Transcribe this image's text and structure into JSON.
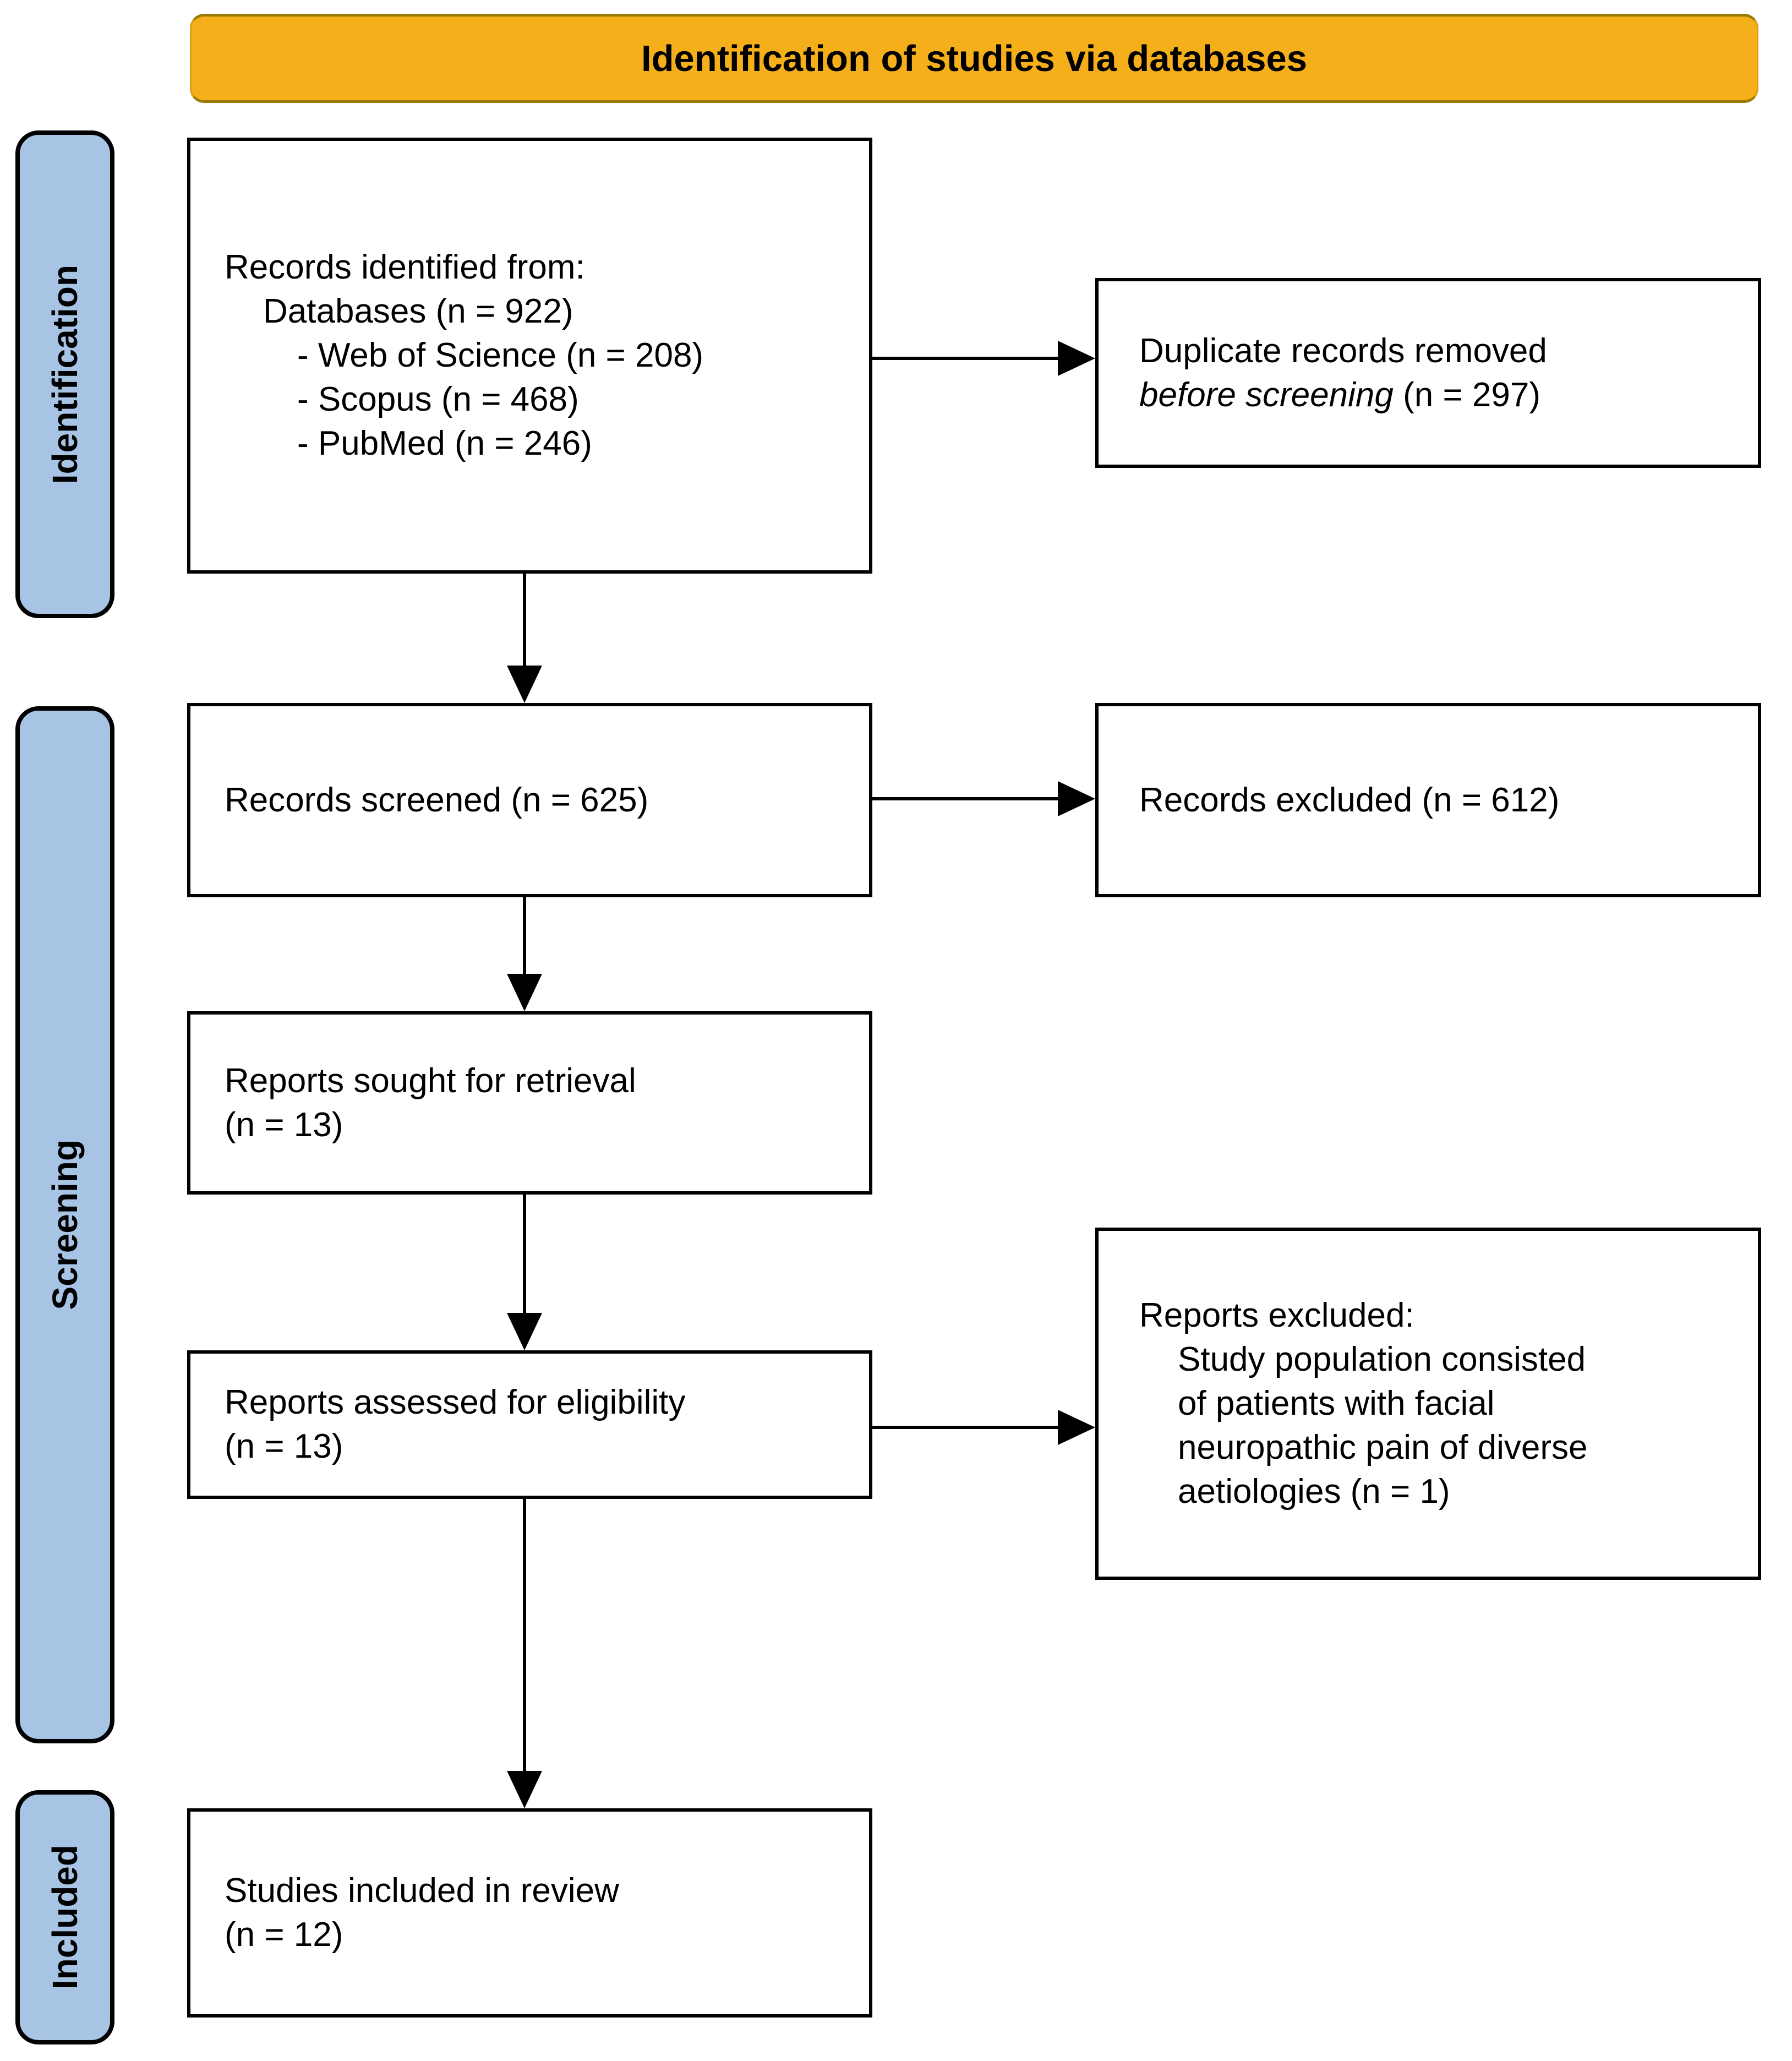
{
  "header": {
    "title": "Identification of studies via databases"
  },
  "stages": {
    "identification": "Identification",
    "screening": "Screening",
    "included": "Included"
  },
  "colors": {
    "banner_bg": "#F5AF1B",
    "stage_bg": "#A7C4E4",
    "line_color": "#000000"
  },
  "boxes": {
    "records_identified": {
      "line1": "Records identified from:",
      "line2": "Databases (n = 922)",
      "line3": "- Web of Science (n = 208)",
      "line4": "- Scopus (n = 468)",
      "line5": "- PubMed (n = 246)"
    },
    "duplicates_removed": {
      "line1": "Duplicate records removed",
      "line2_italic": "before screening",
      "line2_rest": " (n = 297)"
    },
    "records_screened": {
      "text": "Records screened (n = 625)"
    },
    "records_excluded": {
      "text": "Records excluded (n = 612)"
    },
    "reports_sought": {
      "line1": "Reports sought for retrieval",
      "line2": "(n = 13)"
    },
    "reports_assessed": {
      "line1": "Reports assessed for eligibility",
      "line2": "(n = 13)"
    },
    "reports_excluded": {
      "title": "Reports excluded:",
      "detail_lines": [
        "Study population consisted",
        "of patients with facial",
        "neuropathic pain of diverse",
        "aetiologies (n = 1)"
      ]
    },
    "studies_included": {
      "line1": "Studies included in review",
      "line2": "(n = 12)"
    }
  }
}
